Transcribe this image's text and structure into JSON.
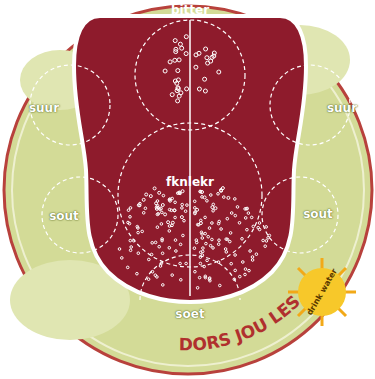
{
  "diagram": {
    "labels": [
      "bitter",
      "suur",
      "suur",
      "fknlekr",
      "sout",
      "sout",
      "soet",
      "drink water",
      "DORS JOU LES"
    ]
  }
}
